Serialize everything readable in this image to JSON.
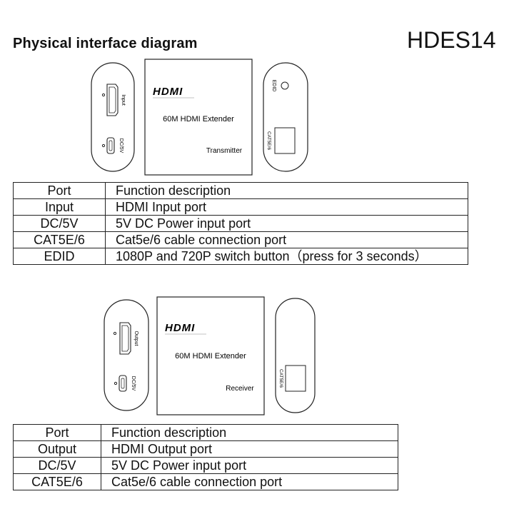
{
  "title": "Physical interface diagram",
  "model": "HDES14",
  "transmitter": {
    "logo": "HDMI",
    "product": "60M HDMI Extender",
    "unit": "Transmitter",
    "left_panel": {
      "port1": "Input",
      "port2": "DC/5V"
    },
    "right_panel": {
      "button": "EDID",
      "port": "CAT5E/6"
    }
  },
  "receiver": {
    "logo": "HDMI",
    "product": "60M HDMI Extender",
    "unit": "Receiver",
    "left_panel": {
      "port1": "Output",
      "port2": "DC/5V"
    },
    "right_panel": {
      "port": "CAT5E/6"
    }
  },
  "table1": {
    "header": {
      "port": "Port",
      "desc": "Function description"
    },
    "rows": [
      {
        "port": "Input",
        "desc": "HDMI Input port"
      },
      {
        "port": "DC/5V",
        "desc": "5V DC Power input port"
      },
      {
        "port": "CAT5E/6",
        "desc": "Cat5e/6 cable connection port"
      },
      {
        "port": "EDID",
        "desc": "1080P and 720P switch button（press for 3 seconds）"
      }
    ]
  },
  "table2": {
    "header": {
      "port": "Port",
      "desc": "Function description"
    },
    "rows": [
      {
        "port": "Output",
        "desc": "HDMI Output port"
      },
      {
        "port": "DC/5V",
        "desc": "5V DC Power input port"
      },
      {
        "port": "CAT5E/6",
        "desc": "Cat5e/6 cable connection port"
      }
    ]
  }
}
